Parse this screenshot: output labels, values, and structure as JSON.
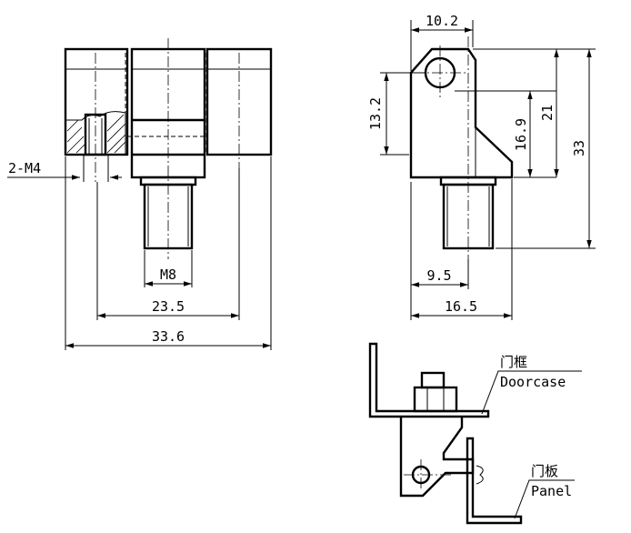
{
  "front_view": {
    "thread_label": "2-M4",
    "stud_label": "M8",
    "width_inner": "23.5",
    "width_total": "33.6"
  },
  "side_view": {
    "top_width": "10.2",
    "hole_height": "13.2",
    "mid_height": "16.9",
    "upper_height": "21",
    "total_height": "33",
    "offset": "9.5",
    "base_width": "16.5"
  },
  "install_view": {
    "doorcase_cn": "门框",
    "doorcase_en": "Doorcase",
    "panel_cn": "门板",
    "panel_en": "Panel"
  }
}
